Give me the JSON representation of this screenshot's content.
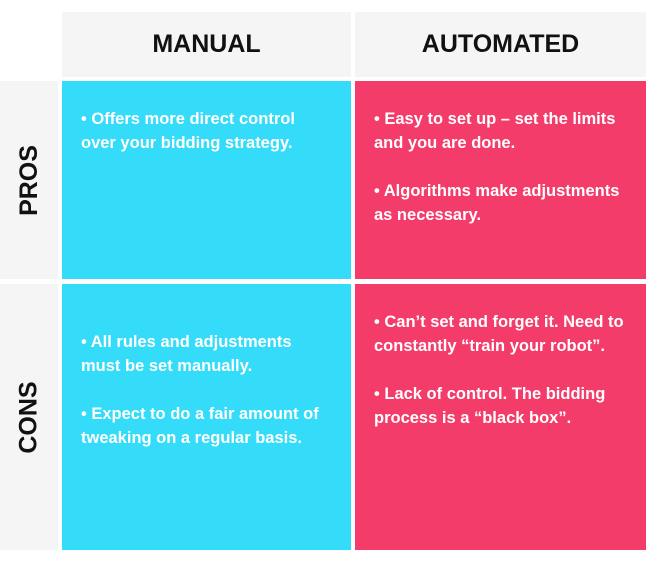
{
  "columns": {
    "manual": "MANUAL",
    "automated": "AUTOMATED"
  },
  "rows": {
    "pros": "PROS",
    "cons": "CONS"
  },
  "cells": {
    "manual_pros": [
      "• Offers more direct control over your bidding strategy."
    ],
    "automated_pros": [
      "• Easy to set up – set the limits and you are done.",
      "• Algorithms make adjustments as necessary."
    ],
    "manual_cons": [
      "• All rules and adjustments must be set manually.",
      "• Expect to do a fair amount of tweaking on a regular basis."
    ],
    "automated_cons": [
      "• Can’t set and forget it. Need to constantly “train your robot”.",
      "• Lack of control. The bidding process is a “black box”."
    ]
  },
  "colors": {
    "manual": "#34dcf9",
    "automated": "#f43c6b",
    "header": "#f5f5f5"
  }
}
